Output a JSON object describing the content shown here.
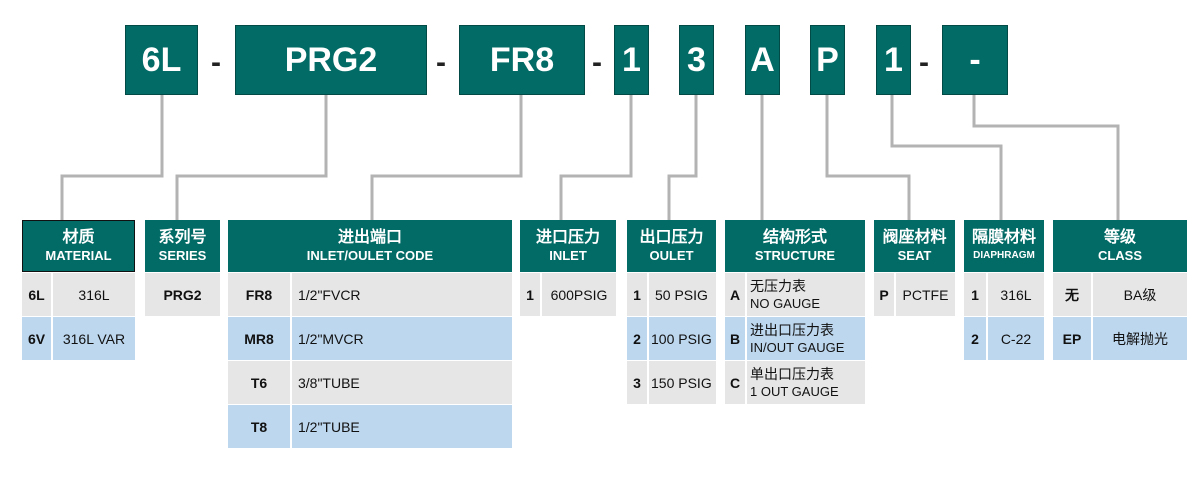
{
  "code_boxes": [
    "6L",
    "PRG2",
    "FR8",
    "1",
    "3",
    "A",
    "P",
    "1",
    "-"
  ],
  "separators": [
    "-",
    "-",
    "-",
    "-"
  ],
  "tables": {
    "material": {
      "cn": "材质",
      "en": "MATERIAL",
      "rows": [
        {
          "k": "6L",
          "v": "316L"
        },
        {
          "k": "6V",
          "v": "316L VAR"
        }
      ]
    },
    "series": {
      "cn": "系列号",
      "en": "SERIES",
      "rows": [
        {
          "k": "PRG2"
        }
      ]
    },
    "inlet_code": {
      "cn": "进出端口",
      "en": "INLET/OULET  CODE",
      "rows": [
        {
          "k": "FR8",
          "v": "1/2\"FVCR"
        },
        {
          "k": "MR8",
          "v": "1/2\"MVCR"
        },
        {
          "k": "T6",
          "v": "3/8\"TUBE"
        },
        {
          "k": "T8",
          "v": "1/2\"TUBE"
        }
      ]
    },
    "inlet": {
      "cn": "进口压力",
      "en": "INLET",
      "rows": [
        {
          "k": "1",
          "v": "600PSIG"
        }
      ]
    },
    "outlet": {
      "cn": "出口压力",
      "en": "OULET",
      "rows": [
        {
          "k": "1",
          "v": "50 PSIG"
        },
        {
          "k": "2",
          "v": "100 PSIG"
        },
        {
          "k": "3",
          "v": "150 PSIG"
        }
      ]
    },
    "structure": {
      "cn": "结构形式",
      "en": "STRUCTURE",
      "rows": [
        {
          "k": "A",
          "v1": "无压力表",
          "v2": "NO GAUGE"
        },
        {
          "k": "B",
          "v1": "进出口压力表",
          "v2": "IN/OUT GAUGE"
        },
        {
          "k": "C",
          "v1": "单出口压力表",
          "v2": "1 OUT GAUGE"
        }
      ]
    },
    "seat": {
      "cn": "阀座材料",
      "en": "SEAT",
      "rows": [
        {
          "k": "P",
          "v": "PCTFE"
        }
      ]
    },
    "diaphragm": {
      "cn": "隔膜材料",
      "en": "DIAPHRAGM",
      "rows": [
        {
          "k": "1",
          "v": "316L"
        },
        {
          "k": "2",
          "v": "C-22"
        }
      ]
    },
    "class": {
      "cn": "等级",
      "en": "CLASS",
      "rows": [
        {
          "k": "无",
          "v": "BA级"
        },
        {
          "k": "EP",
          "v": "电解抛光"
        }
      ]
    }
  },
  "colors": {
    "header": "#036b66",
    "row_gray": "#e6e6e6",
    "row_blue": "#bdd7ee",
    "connector": "#b3b3b3"
  }
}
